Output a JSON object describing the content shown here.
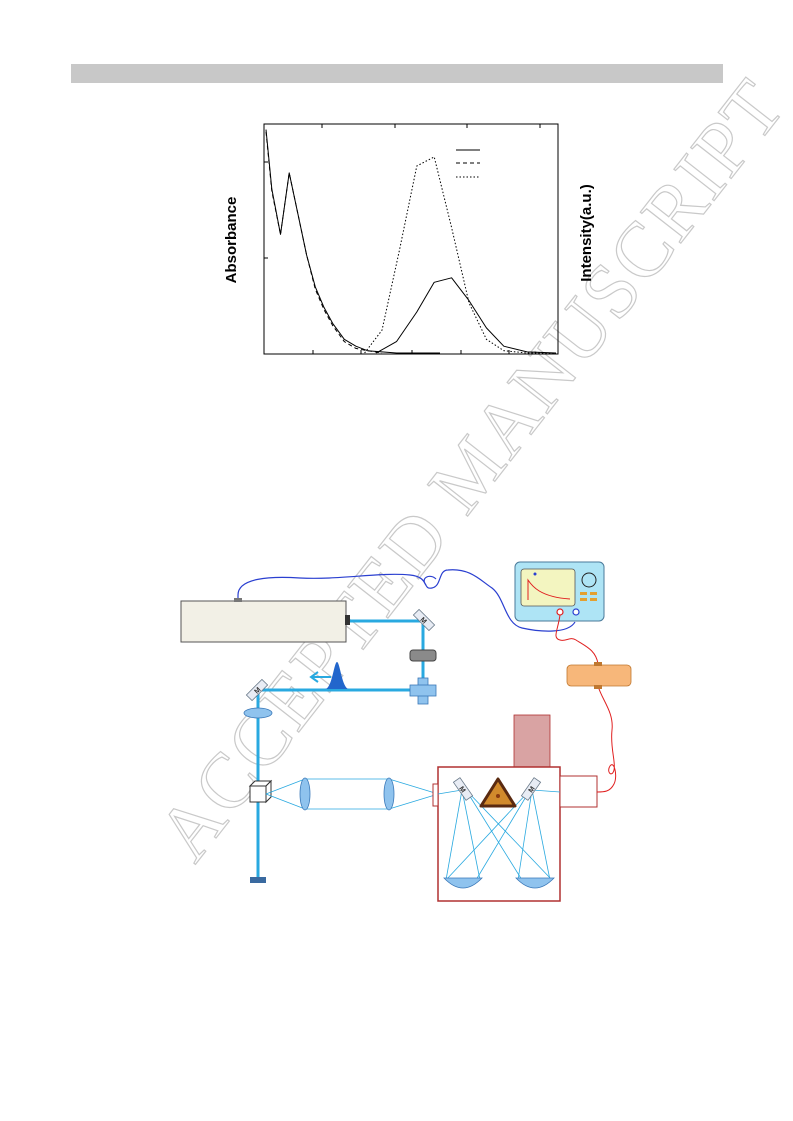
{
  "header": {
    "bar_color": "#c8c8c8"
  },
  "watermark": {
    "text": "ACCEPTED MANUSCRIPT"
  },
  "chart_data": {
    "type": "line",
    "ylabel_left": "Absorbance",
    "ylabel_right": "Intensity(a.u.)",
    "series": [
      {
        "style": "solid",
        "name": "",
        "x": [
          0,
          0.02,
          0.05,
          0.08,
          0.11,
          0.14,
          0.17,
          0.2,
          0.23,
          0.27,
          0.31,
          0.35,
          0.4,
          0.45,
          0.5,
          0.55,
          0.6
        ],
        "y": [
          0.98,
          0.72,
          0.52,
          0.79,
          0.61,
          0.43,
          0.29,
          0.2,
          0.13,
          0.06,
          0.03,
          0.01,
          0.005,
          0,
          0,
          0,
          0
        ]
      },
      {
        "style": "dashed",
        "name": "",
        "x": [
          0,
          0.02,
          0.05,
          0.08,
          0.11,
          0.14,
          0.17,
          0.2,
          0.23,
          0.27,
          0.31,
          0.35,
          0.4
        ],
        "y": [
          0.97,
          0.71,
          0.52,
          0.79,
          0.61,
          0.43,
          0.28,
          0.19,
          0.12,
          0.05,
          0.02,
          0.01,
          0
        ]
      },
      {
        "style": "solid",
        "name": "",
        "x": [
          0.38,
          0.45,
          0.52,
          0.58,
          0.64,
          0.7,
          0.76,
          0.82,
          0.9,
          1.0
        ],
        "y": [
          0.0,
          0.05,
          0.18,
          0.31,
          0.33,
          0.23,
          0.11,
          0.03,
          0.005,
          0
        ]
      },
      {
        "style": "dotted",
        "name": "",
        "x": [
          0.34,
          0.4,
          0.46,
          0.52,
          0.58,
          0.64,
          0.7,
          0.76,
          0.82,
          0.9,
          1.0
        ],
        "y": [
          0.0,
          0.1,
          0.45,
          0.82,
          0.86,
          0.55,
          0.22,
          0.06,
          0.01,
          0,
          0
        ]
      }
    ],
    "legend_position": "top-right",
    "legend_entries": 3
  },
  "setup_diagram": {
    "mirror_label": "M",
    "colors": {
      "beam": "#29a9e0",
      "cable_blue": "#2a3fd0",
      "cable_red": "#e02020",
      "laser_box": "#f2f0e6",
      "chamber": "#b03030",
      "chamber_top": "#d9a3a3",
      "scope": "#aee4f5",
      "scope_screen": "#f3f5c0",
      "amplifier": "#f7b77a",
      "sample": "#d18a2c"
    }
  }
}
